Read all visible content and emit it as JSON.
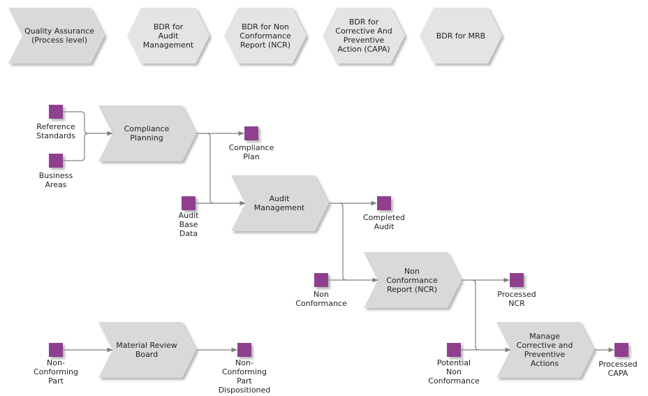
{
  "header": {
    "chevron": "Quality Assurance\n(Process level)",
    "hexagons": [
      "BDR for\nAudit\nManagement",
      "BDR for Non\nConformance\nReport (NCR)",
      "BDR for\nCorrective And\nPreventive\nAction (CAPA)",
      "BDR for MRB"
    ]
  },
  "functions": {
    "compliance_planning": "Compliance\nPlanning",
    "audit_management": "Audit\nManagement",
    "ncr": "Non\nConformance\nReport (NCR)",
    "capa": "Manage\nCorrective and\nPreventive\nActions",
    "mrb": "Material Review\nBoard"
  },
  "objects": {
    "reference_standards": "Reference\nStandards",
    "business_areas": "Business\nAreas",
    "compliance_plan": "Compliance\nPlan",
    "audit_base_data": "Audit\nBase\nData",
    "completed_audit": "Completed\nAudit",
    "non_conformance": "Non\nConformance",
    "processed_ncr": "Processed\nNCR",
    "potential_non_conformance": "Potential\nNon\nConformance",
    "processed_capa": "Processed\nCAPA",
    "non_conforming_part": "Non-\nConforming\nPart",
    "non_conforming_part_dispositioned": "Non-\nConforming\nPart\nDispositioned"
  },
  "colors": {
    "shape_fill": "#d9d9d9",
    "shape_shadow": "#bdbdbd",
    "object_fill": "#8e3f8e",
    "connector": "#808080"
  }
}
